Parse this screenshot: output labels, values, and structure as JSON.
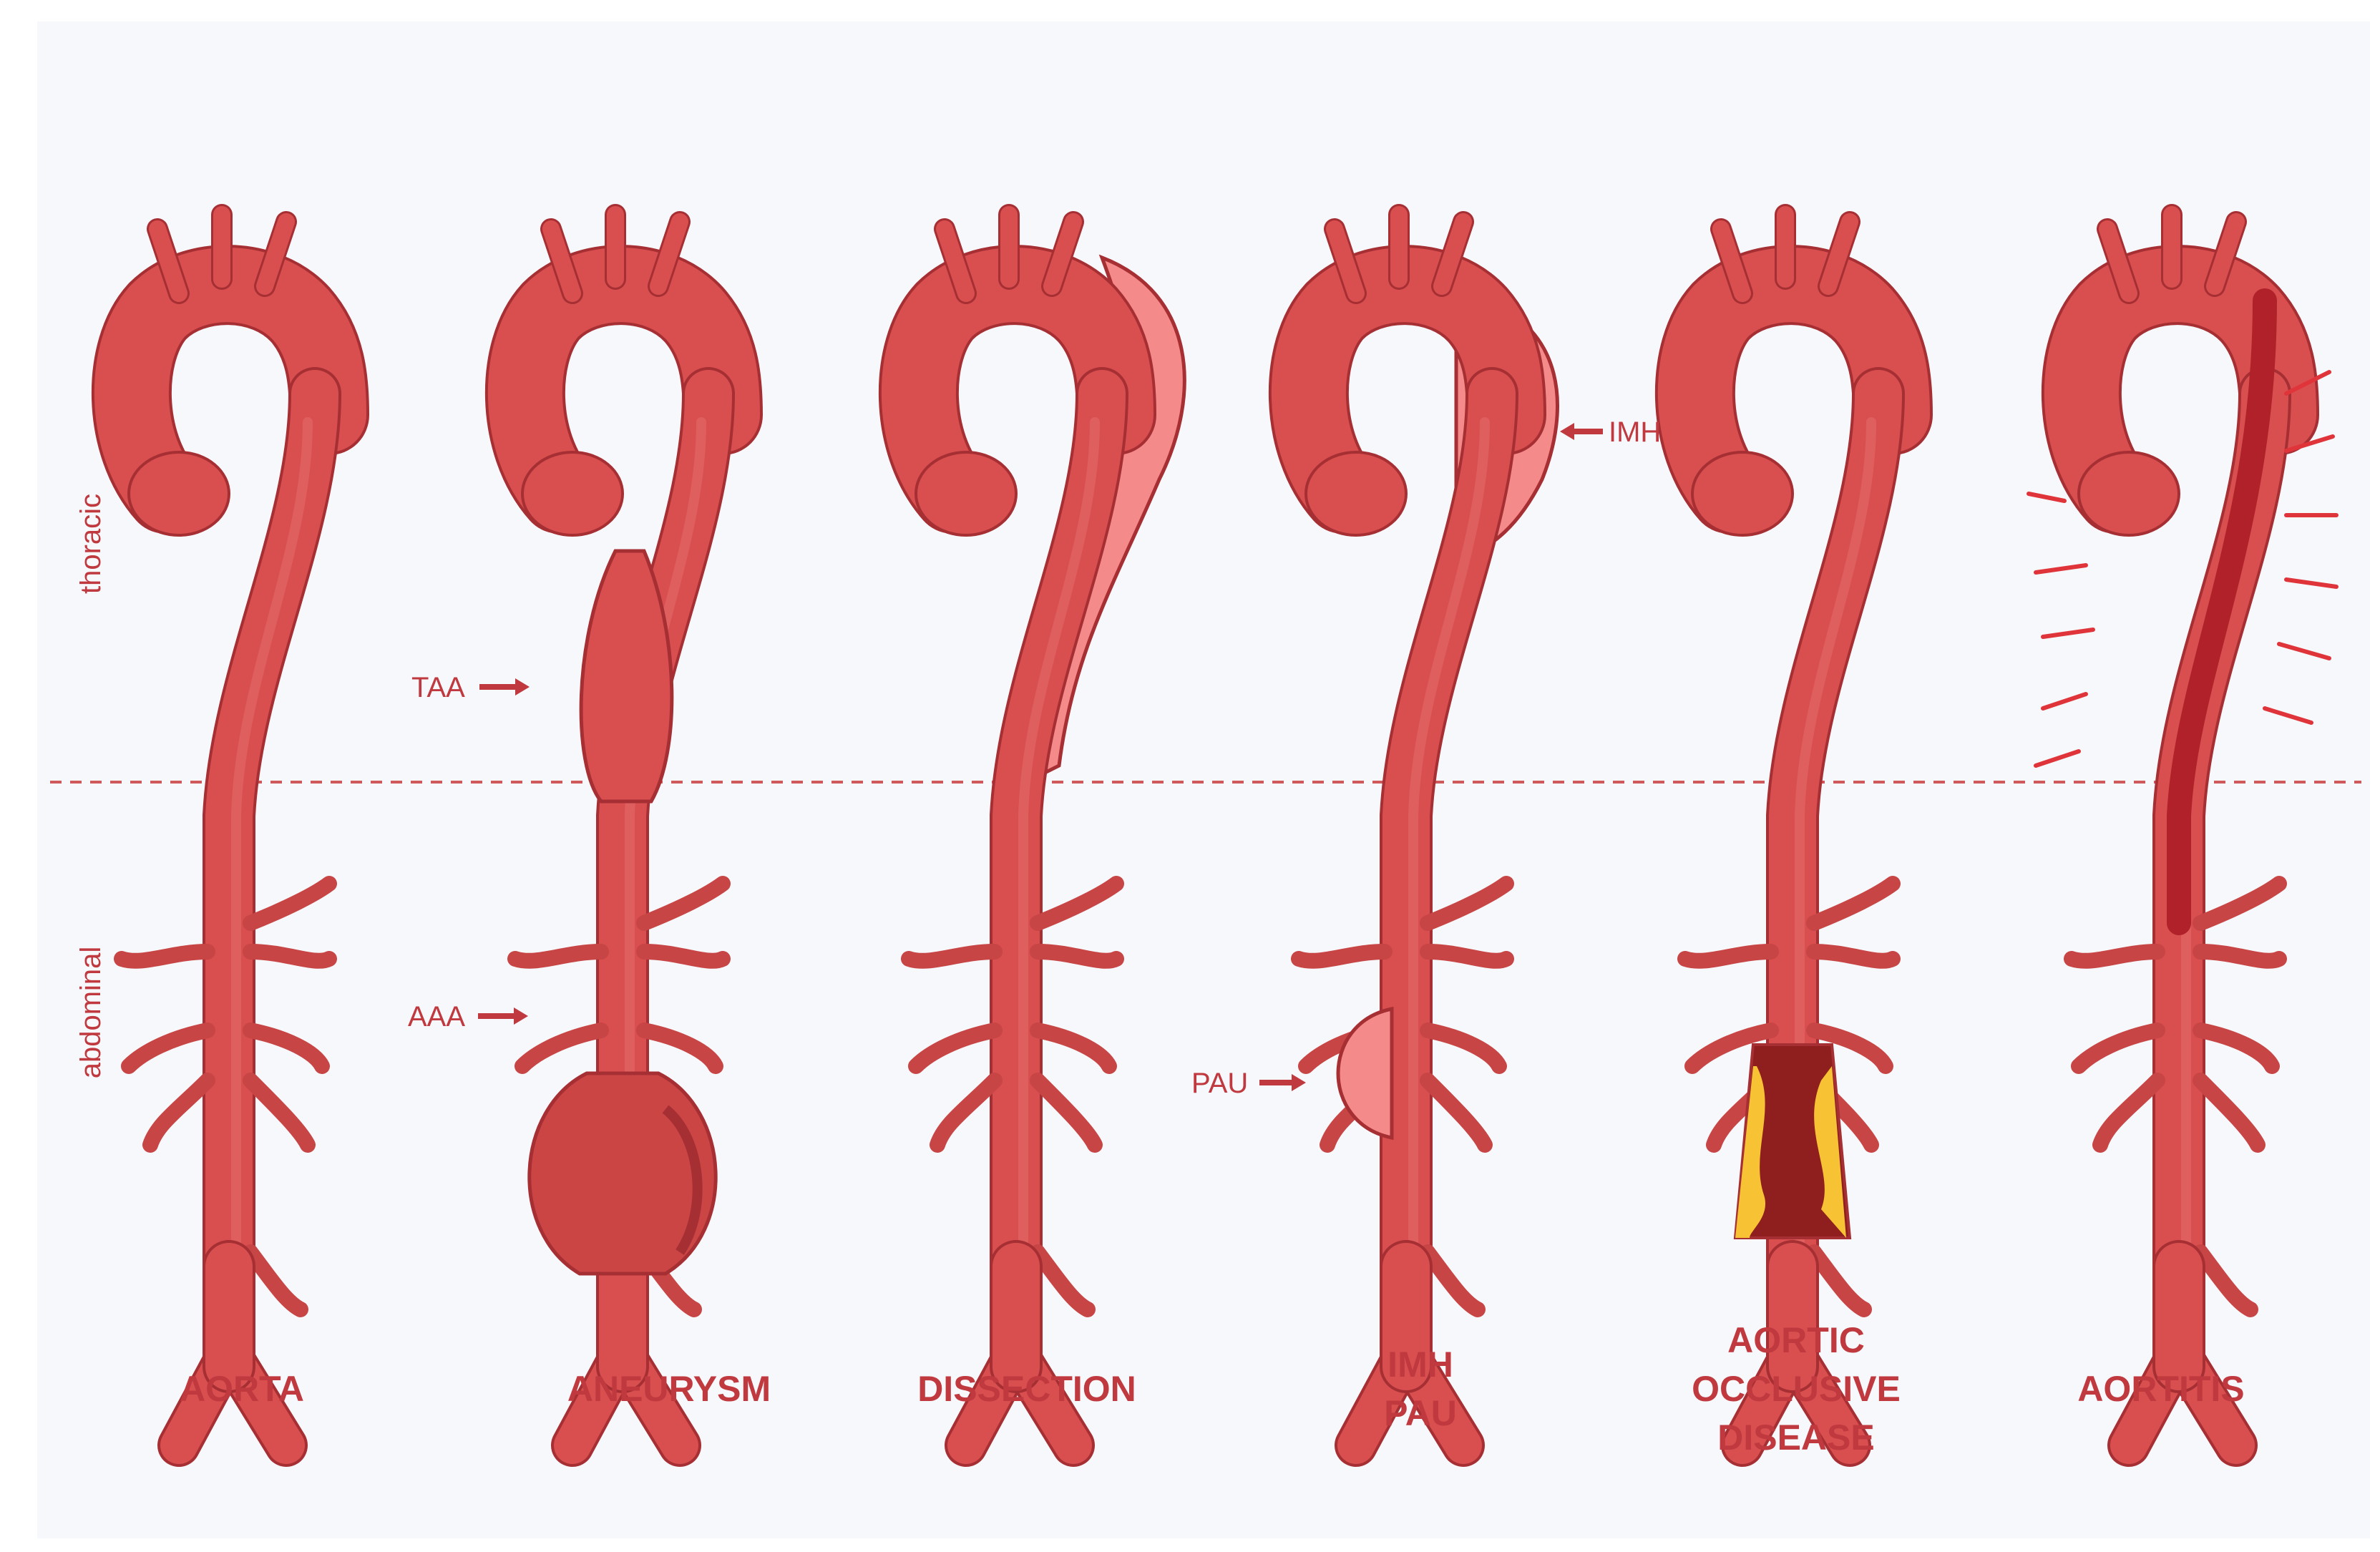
{
  "regions": {
    "thoracic": "thoracic",
    "abdominal": "abdominal"
  },
  "columns": [
    {
      "id": "aorta",
      "lines": [
        "AORTA"
      ]
    },
    {
      "id": "aneurysm",
      "lines": [
        "ANEURYSM"
      ]
    },
    {
      "id": "dissection",
      "lines": [
        "DISSECTION"
      ]
    },
    {
      "id": "imh-pau",
      "lines": [
        "IMH",
        "PAU"
      ]
    },
    {
      "id": "occlusive",
      "lines": [
        "AORTIC",
        "OCCLUSIVE",
        "DISEASE"
      ]
    },
    {
      "id": "aortitis",
      "lines": [
        "AORTITIS"
      ]
    }
  ],
  "annotations": {
    "taa": "TAA",
    "aaa": "AAA",
    "imh": "IMH",
    "pau": "PAU"
  },
  "colors": {
    "aorta": "#d94f4f",
    "aorta_dark": "#b33a3d",
    "outline": "#a62f34",
    "dissection_flap": "#f58a8a",
    "plaque": "#f7c234",
    "clot": "#8f1f1f",
    "inflamed": "#b0212a",
    "label": "#c0393f",
    "divider": "#d0595c"
  }
}
